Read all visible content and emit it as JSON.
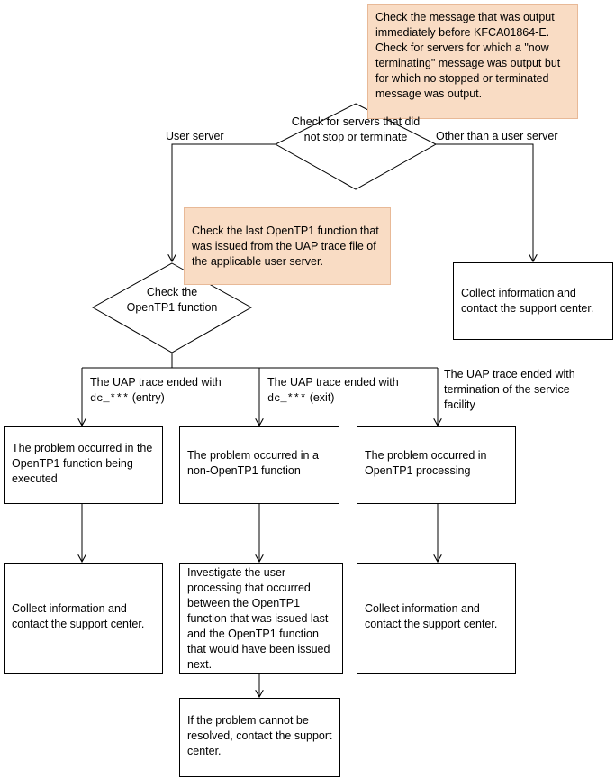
{
  "notes": {
    "check_message": "Check the message that was output immediately before KFCA01864-E. Check for servers for which a \"now terminating\" message was output but for which no stopped or terminated message was output.",
    "check_last_function": "Check the last OpenTP1 function that was issued from the UAP trace file of the applicable user server."
  },
  "decisions": {
    "servers": "Check for servers that did not stop or terminate",
    "function": "Check the OpenTP1 function"
  },
  "branch_labels": {
    "user_server": "User server",
    "other_server": "Other than a user server",
    "entry_prefix": "The UAP trace ended with",
    "entry_code": "dc_***",
    "entry_suffix": " (entry)",
    "exit_prefix": "The UAP trace ended with",
    "exit_code": "dc_***",
    "exit_suffix": " (exit)",
    "termination": "The UAP trace ended with termination of the service facility"
  },
  "boxes": {
    "collect_other": "Collect information and contact the support center.",
    "problem_in_function": "The problem occurred in the OpenTP1 function being executed",
    "problem_non_function": "The problem occurred in a non-OpenTP1 function",
    "problem_processing": "The problem occurred in OpenTP1 processing",
    "collect_left": "Collect information and contact the support center.",
    "investigate": "Investigate the user processing that occurred between the OpenTP1 function that was issued last and the OpenTP1 function that would have been issued next.",
    "collect_right": "Collect information and contact the support center.",
    "cannot_resolve": "If the problem cannot be resolved, contact the support center."
  },
  "colors": {
    "note_fill": "#f9dcc4",
    "note_border": "#e8b997",
    "line": "#000000"
  }
}
